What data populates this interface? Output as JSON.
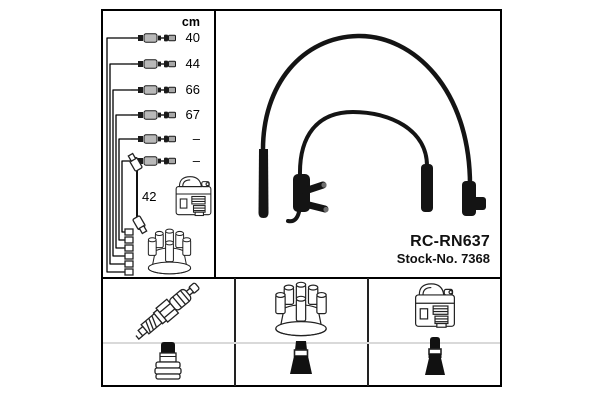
{
  "diagram": {
    "unit": "cm",
    "rows": [
      {
        "length": "40"
      },
      {
        "length": "44"
      },
      {
        "length": "66"
      },
      {
        "length": "67"
      },
      {
        "length": "–"
      },
      {
        "length": "–"
      }
    ],
    "coil_wire": {
      "length": "42"
    },
    "icons": [
      "ignition-cable-row-icon",
      "distributor-terminal-icon",
      "ignition-coil-icon",
      "distributor-cap-icon"
    ]
  },
  "product": {
    "code": "RC-RN637",
    "stock": "Stock-No. 7368"
  },
  "illustration": {
    "icon": "ignition-cable-set-photo",
    "cables": 2
  },
  "parts_grid": {
    "row1": [
      {
        "icon": "spark-plug-icon"
      },
      {
        "icon": "distributor-cap-icon"
      },
      {
        "icon": "ignition-coil-icon"
      }
    ],
    "row2": [
      {
        "icon": "straight-plug-boot-icon"
      },
      {
        "icon": "distributor-end-boot-icon"
      },
      {
        "icon": "coil-end-boot-icon"
      }
    ]
  },
  "colors": {
    "background": "#ffffff",
    "line": "#000000",
    "cable_black": "#141414",
    "divider_light": "#d9d9d9",
    "ferrule_gray": "#b9b9b9"
  }
}
